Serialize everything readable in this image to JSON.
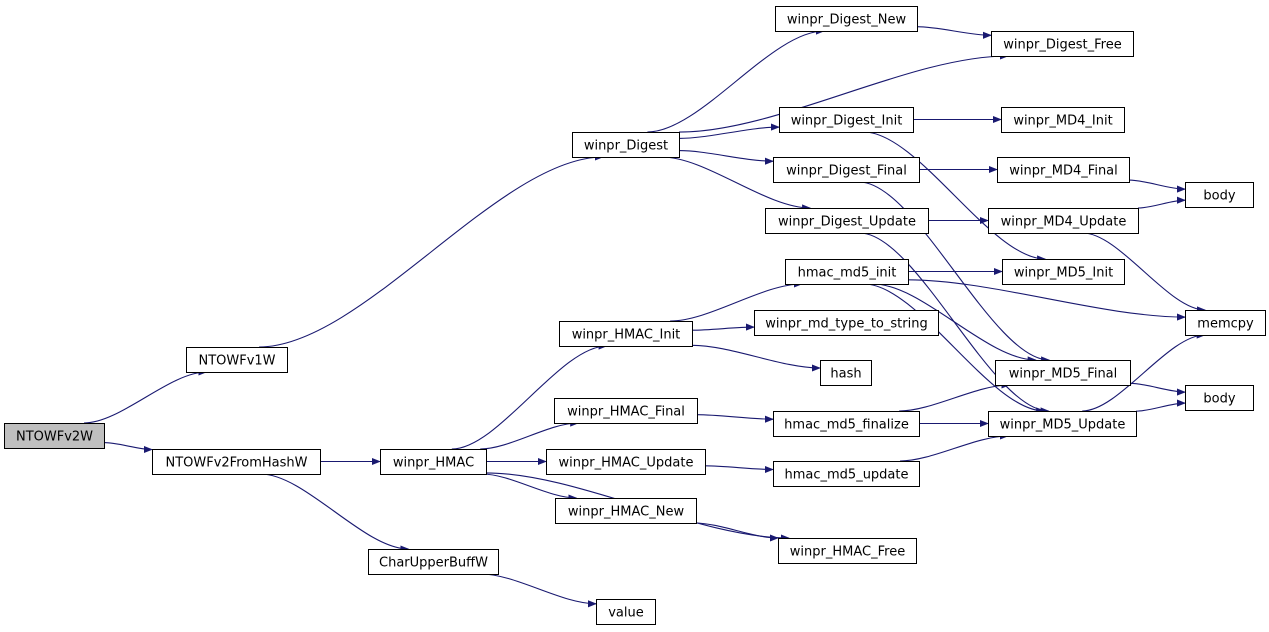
{
  "graph": {
    "edge_color": "#191970",
    "root_fill": "#bfbfbf",
    "nodes": [
      {
        "id": "NTOWFv2W",
        "label": "NTOWFv2W",
        "root": true,
        "interactable": false
      },
      {
        "id": "NTOWFv1W",
        "label": "NTOWFv1W",
        "interactable": true
      },
      {
        "id": "NTOWFv2FromHashW",
        "label": "NTOWFv2FromHashW",
        "interactable": true
      },
      {
        "id": "winpr_Digest",
        "label": "winpr_Digest",
        "interactable": true
      },
      {
        "id": "winpr_HMAC",
        "label": "winpr_HMAC",
        "interactable": true
      },
      {
        "id": "CharUpperBuffW",
        "label": "CharUpperBuffW",
        "interactable": true
      },
      {
        "id": "winpr_Digest_New",
        "label": "winpr_Digest_New",
        "interactable": true
      },
      {
        "id": "winpr_Digest_Free",
        "label": "winpr_Digest_Free",
        "interactable": true
      },
      {
        "id": "winpr_Digest_Init",
        "label": "winpr_Digest_Init",
        "interactable": true
      },
      {
        "id": "winpr_Digest_Final",
        "label": "winpr_Digest_Final",
        "interactable": true
      },
      {
        "id": "winpr_Digest_Update",
        "label": "winpr_Digest_Update",
        "interactable": true
      },
      {
        "id": "hmac_md5_init",
        "label": "hmac_md5_init",
        "interactable": true
      },
      {
        "id": "winpr_HMAC_Init",
        "label": "winpr_HMAC_Init",
        "interactable": true
      },
      {
        "id": "winpr_md_type_to_string",
        "label": "winpr_md_type_to_string",
        "interactable": true
      },
      {
        "id": "hash",
        "label": "hash",
        "interactable": true
      },
      {
        "id": "winpr_HMAC_Final",
        "label": "winpr_HMAC_Final",
        "interactable": true
      },
      {
        "id": "hmac_md5_finalize",
        "label": "hmac_md5_finalize",
        "interactable": true
      },
      {
        "id": "winpr_HMAC_Update",
        "label": "winpr_HMAC_Update",
        "interactable": true
      },
      {
        "id": "hmac_md5_update",
        "label": "hmac_md5_update",
        "interactable": true
      },
      {
        "id": "winpr_HMAC_New",
        "label": "winpr_HMAC_New",
        "interactable": true
      },
      {
        "id": "winpr_HMAC_Free",
        "label": "winpr_HMAC_Free",
        "interactable": true
      },
      {
        "id": "value",
        "label": "value",
        "interactable": true
      },
      {
        "id": "winpr_MD4_Init",
        "label": "winpr_MD4_Init",
        "interactable": true
      },
      {
        "id": "winpr_MD4_Final",
        "label": "winpr_MD4_Final",
        "interactable": true
      },
      {
        "id": "winpr_MD4_Update",
        "label": "winpr_MD4_Update",
        "interactable": true
      },
      {
        "id": "winpr_MD5_Init",
        "label": "winpr_MD5_Init",
        "interactable": true
      },
      {
        "id": "winpr_MD5_Final",
        "label": "winpr_MD5_Final",
        "interactable": true
      },
      {
        "id": "winpr_MD5_Update",
        "label": "winpr_MD5_Update",
        "interactable": true
      },
      {
        "id": "body_1",
        "label": "body",
        "interactable": true
      },
      {
        "id": "memcpy",
        "label": "memcpy",
        "interactable": true
      },
      {
        "id": "body_2",
        "label": "body",
        "interactable": true
      }
    ],
    "edges": [
      [
        "NTOWFv2W",
        "NTOWFv1W"
      ],
      [
        "NTOWFv2W",
        "NTOWFv2FromHashW"
      ],
      [
        "NTOWFv1W",
        "winpr_Digest"
      ],
      [
        "NTOWFv2FromHashW",
        "winpr_HMAC"
      ],
      [
        "NTOWFv2FromHashW",
        "CharUpperBuffW"
      ],
      [
        "winpr_Digest",
        "winpr_Digest_New"
      ],
      [
        "winpr_Digest",
        "winpr_Digest_Free"
      ],
      [
        "winpr_Digest",
        "winpr_Digest_Init"
      ],
      [
        "winpr_Digest",
        "winpr_Digest_Final"
      ],
      [
        "winpr_Digest",
        "winpr_Digest_Update"
      ],
      [
        "winpr_Digest_New",
        "winpr_Digest_Free"
      ],
      [
        "winpr_Digest_Init",
        "winpr_MD4_Init"
      ],
      [
        "winpr_Digest_Init",
        "winpr_MD5_Init"
      ],
      [
        "winpr_Digest_Final",
        "winpr_MD4_Final"
      ],
      [
        "winpr_Digest_Final",
        "winpr_MD5_Final"
      ],
      [
        "winpr_Digest_Update",
        "winpr_MD4_Update"
      ],
      [
        "winpr_Digest_Update",
        "winpr_MD5_Update"
      ],
      [
        "winpr_MD4_Final",
        "body_1"
      ],
      [
        "winpr_MD4_Update",
        "body_1"
      ],
      [
        "winpr_MD4_Update",
        "memcpy"
      ],
      [
        "winpr_HMAC",
        "winpr_HMAC_Init"
      ],
      [
        "winpr_HMAC",
        "winpr_HMAC_Final"
      ],
      [
        "winpr_HMAC",
        "winpr_HMAC_Update"
      ],
      [
        "winpr_HMAC",
        "winpr_HMAC_New"
      ],
      [
        "winpr_HMAC",
        "winpr_HMAC_Free"
      ],
      [
        "winpr_HMAC_Init",
        "hmac_md5_init"
      ],
      [
        "winpr_HMAC_Init",
        "winpr_md_type_to_string"
      ],
      [
        "winpr_HMAC_Init",
        "hash"
      ],
      [
        "hmac_md5_init",
        "winpr_MD5_Init"
      ],
      [
        "hmac_md5_init",
        "memcpy"
      ],
      [
        "hmac_md5_init",
        "winpr_MD5_Final"
      ],
      [
        "hmac_md5_init",
        "winpr_MD5_Update"
      ],
      [
        "winpr_HMAC_Final",
        "hmac_md5_finalize"
      ],
      [
        "hmac_md5_finalize",
        "winpr_MD5_Final"
      ],
      [
        "hmac_md5_finalize",
        "winpr_MD5_Update"
      ],
      [
        "winpr_HMAC_Update",
        "hmac_md5_update"
      ],
      [
        "hmac_md5_update",
        "winpr_MD5_Update"
      ],
      [
        "winpr_HMAC_New",
        "winpr_HMAC_Free"
      ],
      [
        "winpr_MD5_Final",
        "body_2"
      ],
      [
        "winpr_MD5_Update",
        "body_2"
      ],
      [
        "winpr_MD5_Update",
        "memcpy"
      ],
      [
        "CharUpperBuffW",
        "value"
      ]
    ]
  }
}
